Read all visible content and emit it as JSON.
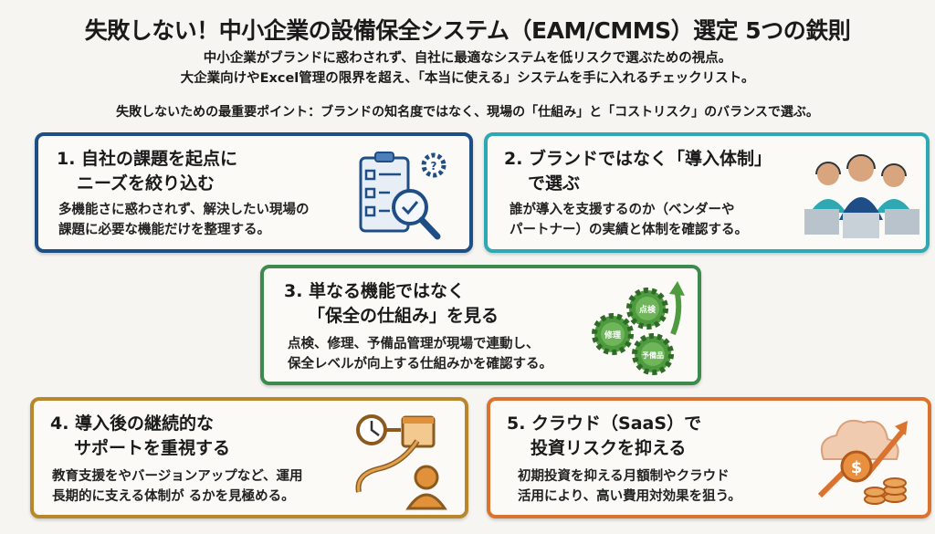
{
  "title": "失敗しない！中小企業の設備保全システム（EAM/CMMS）選定 5つの鉄則",
  "subtitle_lines": [
    "中小企業がブランドに惑わされず、自社に最適なシステムを低リスクで選ぶための視点。",
    "大企業向けやExcel管理の限界を超え、「本当に使える」システムを手に入れるチェックリスト。"
  ],
  "key_point": "失敗しないための最重要ポイント：ブランドの知名度ではなく、現場の「仕組み」と「コストリスク」のバランスで選ぶ。",
  "colors": {
    "card1": "#1f4e87",
    "card2": "#2ea8b3",
    "card3": "#3c8a4c",
    "card4": "#b8862b",
    "card5": "#d9732f"
  },
  "cards": [
    {
      "heading": [
        "1. 自社の課題を起点に",
        "ニーズを絞り込む"
      ],
      "body": [
        "多機能さに惑わされず、解決したい現場の",
        "課題に必要な機能だけを整理する。"
      ],
      "icon": "checklist-magnifier-icon"
    },
    {
      "heading": [
        "2. ブランドではなく「導入体制」",
        "で選ぶ"
      ],
      "body": [
        "誰が導入を支援するのか（ベンダーや",
        "パートナー）の実績と体制を確認する。"
      ],
      "icon": "support-team-icon"
    },
    {
      "heading": [
        "3. 単なる機能ではなく",
        "「保全の仕組み」を見る"
      ],
      "body": [
        "点検、修理、予備品管理が現場で連動し、",
        "保全レベルが向上する仕組みかを確認する。"
      ],
      "icon": "gears-icon",
      "gear_labels": [
        "点検",
        "修理",
        "予備品"
      ]
    },
    {
      "heading": [
        "4. 導入後の継続的な",
        "サポートを重視する"
      ],
      "body": [
        "教育支援をやバージョンアップなど、運用",
        "長期的に支える体制が るかを見極める。"
      ],
      "icon": "clock-calendar-support-icon"
    },
    {
      "heading": [
        "5. クラウド（SaaS）で",
        "投資リスクを抑える"
      ],
      "body": [
        "初期投資を抑える月額制やクラウド",
        "活用により、高い費用対効果を狙う。"
      ],
      "icon": "cloud-coins-icon"
    }
  ]
}
